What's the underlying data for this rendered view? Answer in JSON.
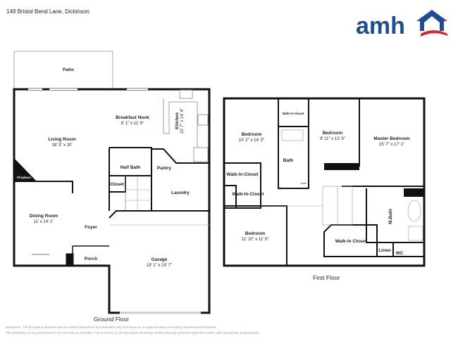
{
  "header": {
    "address": "149 Bristol Bend Lane, Dickinson",
    "logo_text": "amh"
  },
  "colors": {
    "brand_blue": "#1f4e8c",
    "brand_red": "#d7262e",
    "wall": "#111111"
  },
  "ground_floor": {
    "label": "Ground Floor",
    "rooms": {
      "patio": {
        "name": "Patio"
      },
      "living": {
        "name": "Living Room",
        "dims": "18' 3\" x 20'"
      },
      "nook": {
        "name": "Breakfast Nook",
        "dims": "8' 1\" x 11' 6\""
      },
      "kitchen": {
        "name": "Kitchen",
        "dims": "10' 7\" x 14' 4\""
      },
      "halfbath": {
        "name": "Half Bath"
      },
      "pantry": {
        "name": "Pantry"
      },
      "fireplace": {
        "name": "Fireplace"
      },
      "closet": {
        "name": "Closet"
      },
      "laundry": {
        "name": "Laundry"
      },
      "dining": {
        "name": "Dining Room",
        "dims": "11' x 14' 1\""
      },
      "foyer": {
        "name": "Foyer"
      },
      "porch": {
        "name": "Porch"
      },
      "garage": {
        "name": "Garage",
        "dims": "19' 1\" x 19' 7\""
      }
    }
  },
  "first_floor": {
    "label": "First Floor",
    "rooms": {
      "bed1": {
        "name": "Bedroom",
        "dims": "10' 2\" x 14' 3\""
      },
      "wic_top": {
        "name": "Walk-In-Closet"
      },
      "bath": {
        "name": "Bath"
      },
      "linen_small": {
        "name": "Linen"
      },
      "bed2": {
        "name": "Bedroom",
        "dims": "9' 11\" x 13' 9\""
      },
      "master": {
        "name": "Master Bedroom",
        "dims": "15' 7\" x 17' 1\""
      },
      "wic1": {
        "name": "Walk-In-Closet"
      },
      "wic2": {
        "name": "Walk-In-Closet"
      },
      "bed3": {
        "name": "Bedroom",
        "dims": "11' 10\" x 11' 5\""
      },
      "mbath": {
        "name": "M.Bath"
      },
      "wic_master": {
        "name": "Walk-In Closet"
      },
      "linen": {
        "name": "Linen"
      },
      "wc": {
        "name": "WC"
      }
    }
  },
  "footer": {
    "line1": "Disclaimer: The floorplans depicted and the stated dimensions are indicative only and serve as an approximation of existing structures and features.",
    "line2": "This illustration is not guaranteed to be accurate or complete. The accuracy of all information should be verified through personal inspection and/or with appropriate professionals."
  }
}
